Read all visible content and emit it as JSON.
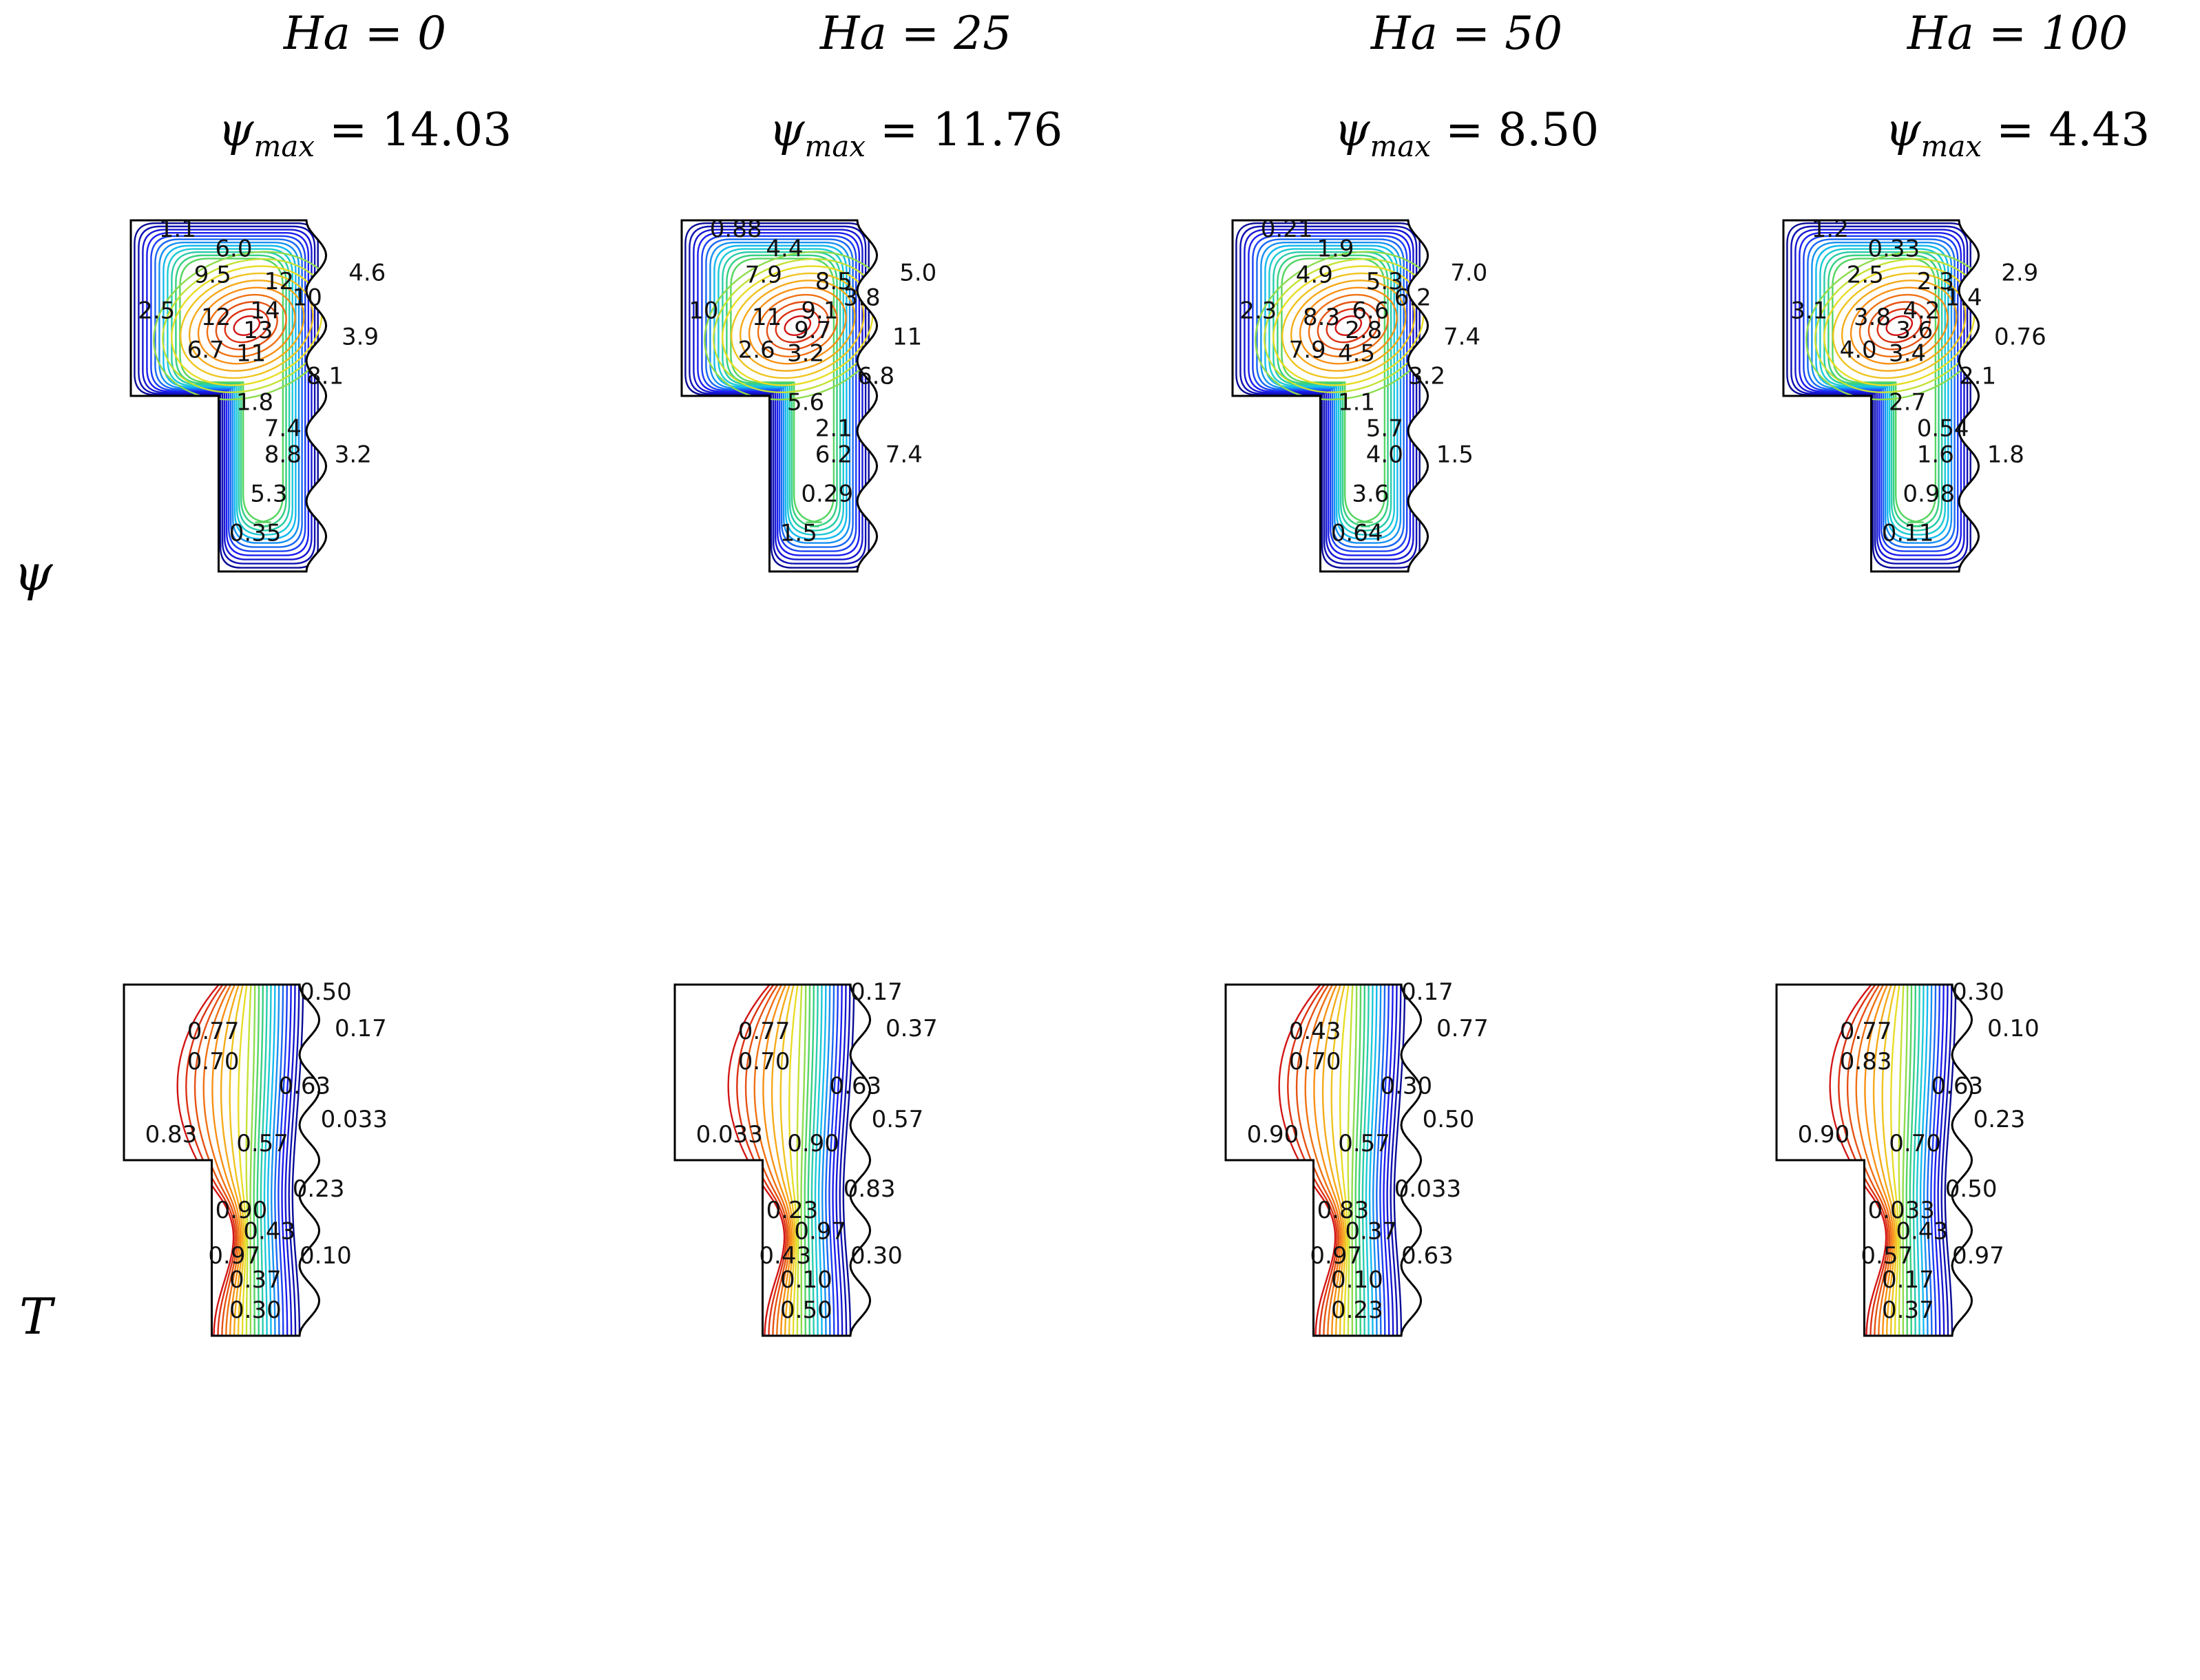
{
  "headers": [
    {
      "ha": "Ha = 0",
      "psi_symbol": "ψ",
      "psi_sub": "max",
      "psi_value": "= 14.03"
    },
    {
      "ha": "Ha = 25",
      "psi_symbol": "ψ",
      "psi_sub": "max",
      "psi_value": "= 11.76"
    },
    {
      "ha": "Ha = 50",
      "psi_symbol": "ψ",
      "psi_sub": "max",
      "psi_value": "= 8.50"
    },
    {
      "ha": "Ha = 100",
      "psi_symbol": "ψ",
      "psi_sub": "max",
      "psi_value": "= 4.43"
    }
  ],
  "row_labels": {
    "psi": "ψ",
    "temperature": "T"
  },
  "colors": {
    "high": "#d7191c",
    "mid": "#33cc66",
    "low": "#1010c0",
    "wall": "#000000"
  },
  "psi_labels": [
    [
      "1.1",
      "6.0",
      "9.5",
      "12",
      "10",
      "4.6",
      "2.5",
      "12",
      "14",
      "13",
      "3.9",
      "6.7",
      "11",
      "8.1",
      "1.8",
      "7.4",
      "8.8",
      "3.2",
      "5.3",
      "0.35"
    ],
    [
      "0.88",
      "4.4",
      "7.9",
      "8.5",
      "3.8",
      "5.0",
      "10",
      "11",
      "9.1",
      "9.7",
      "11",
      "2.6",
      "3.2",
      "6.8",
      "5.6",
      "2.1",
      "6.2",
      "7.4",
      "0.29",
      "1.5"
    ],
    [
      "0.21",
      "1.9",
      "4.9",
      "5.3",
      "6.2",
      "7.0",
      "2.3",
      "8.3",
      "6.6",
      "2.8",
      "7.4",
      "7.9",
      "4.5",
      "3.2",
      "1.1",
      "5.7",
      "4.0",
      "1.5",
      "3.6",
      "0.64"
    ],
    [
      "1.2",
      "0.33",
      "2.5",
      "2.3",
      "1.4",
      "2.9",
      "3.1",
      "3.8",
      "4.2",
      "3.6",
      "0.76",
      "4.0",
      "3.4",
      "2.1",
      "2.7",
      "0.54",
      "1.6",
      "1.8",
      "0.98",
      "0.11"
    ]
  ],
  "t_labels": [
    [
      "0.50",
      "0.77",
      "0.17",
      "0.70",
      "0.63",
      "0.033",
      "0.83",
      "0.57",
      "0.23",
      "0.90",
      "0.43",
      "0.97",
      "0.10",
      "0.37",
      "0.30"
    ],
    [
      "0.17",
      "0.77",
      "0.37",
      "0.70",
      "0.63",
      "0.57",
      "0.033",
      "0.90",
      "0.83",
      "0.23",
      "0.97",
      "0.43",
      "0.30",
      "0.10",
      "0.50"
    ],
    [
      "0.17",
      "0.43",
      "0.77",
      "0.70",
      "0.30",
      "0.50",
      "0.90",
      "0.57",
      "0.033",
      "0.83",
      "0.37",
      "0.97",
      "0.63",
      "0.10",
      "0.23"
    ],
    [
      "0.30",
      "0.77",
      "0.10",
      "0.83",
      "0.63",
      "0.23",
      "0.90",
      "0.70",
      "0.50",
      "0.033",
      "0.43",
      "0.57",
      "0.97",
      "0.17",
      "0.37"
    ]
  ]
}
